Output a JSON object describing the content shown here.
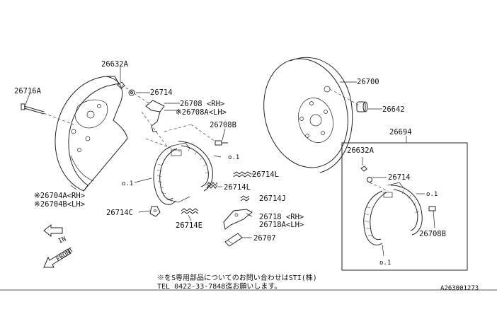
{
  "labels": {
    "p26632a_top": "26632A",
    "p26716a": "26716A",
    "p26714_top": "26714",
    "p26708_rh": "26708 <RH>",
    "p26708a_lh": "※26708A<LH>",
    "p26708b_top": "26708B",
    "p26704a": "※26704A<RH>",
    "p26704b": "※26704B<LH>",
    "p26714l_a": "26714L",
    "p26714l_b": "26714L",
    "p26714j": "26714J",
    "p26714c": "26714C",
    "p26714e": "26714E",
    "p26718_rh": "26718 <RH>",
    "p26718a_lh": "26718A<LH>",
    "p26707": "26707",
    "p26700": "26700",
    "p26642": "26642",
    "p26694": "26694",
    "p26632a_box": "26632A",
    "p26714_box": "26714",
    "p26708b_box": "26708B",
    "o1_left": "o.1",
    "o1_mid": "o.1",
    "o1_box_right": "o.1",
    "o1_box_bottom": "o.1",
    "in": "IN",
    "front": "FRONT",
    "note_line1": "※をS専用部品についてのお問い合わせはSTI(株)",
    "note_line2": "TEL 0422-33-7848迄お願いします。",
    "drawing_id": "A263001273"
  }
}
